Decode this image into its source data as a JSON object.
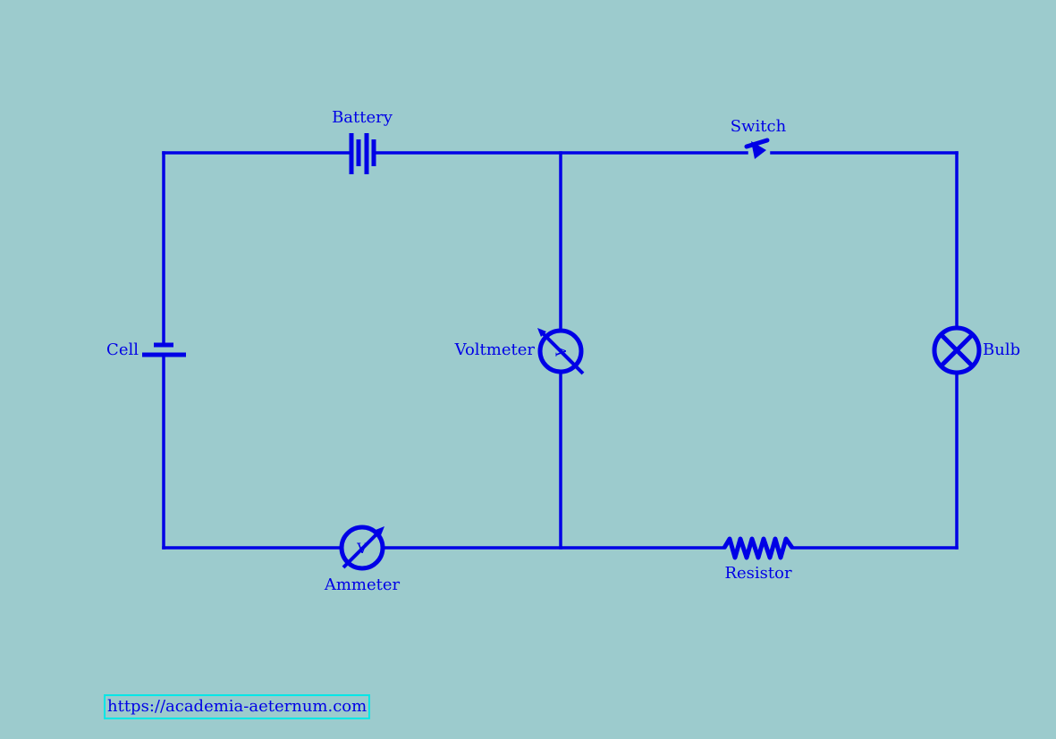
{
  "colors": {
    "background": "#9ccbcd",
    "circuit": "#0000e6",
    "link_border": "#00e6e6"
  },
  "components": {
    "battery": {
      "label": "Battery",
      "icon": "battery-icon"
    },
    "switch": {
      "label": "Switch",
      "icon": "switch-icon"
    },
    "cell": {
      "label": "Cell",
      "icon": "cell-icon"
    },
    "voltmeter": {
      "label": "Voltmeter",
      "icon": "voltmeter-icon"
    },
    "bulb": {
      "label": "Bulb",
      "icon": "bulb-icon"
    },
    "ammeter": {
      "label": "Ammeter",
      "icon": "ammeter-icon"
    },
    "resistor": {
      "label": "Resistor",
      "icon": "resistor-icon"
    }
  },
  "footer": {
    "url": "https://academia-aeternum.com"
  }
}
